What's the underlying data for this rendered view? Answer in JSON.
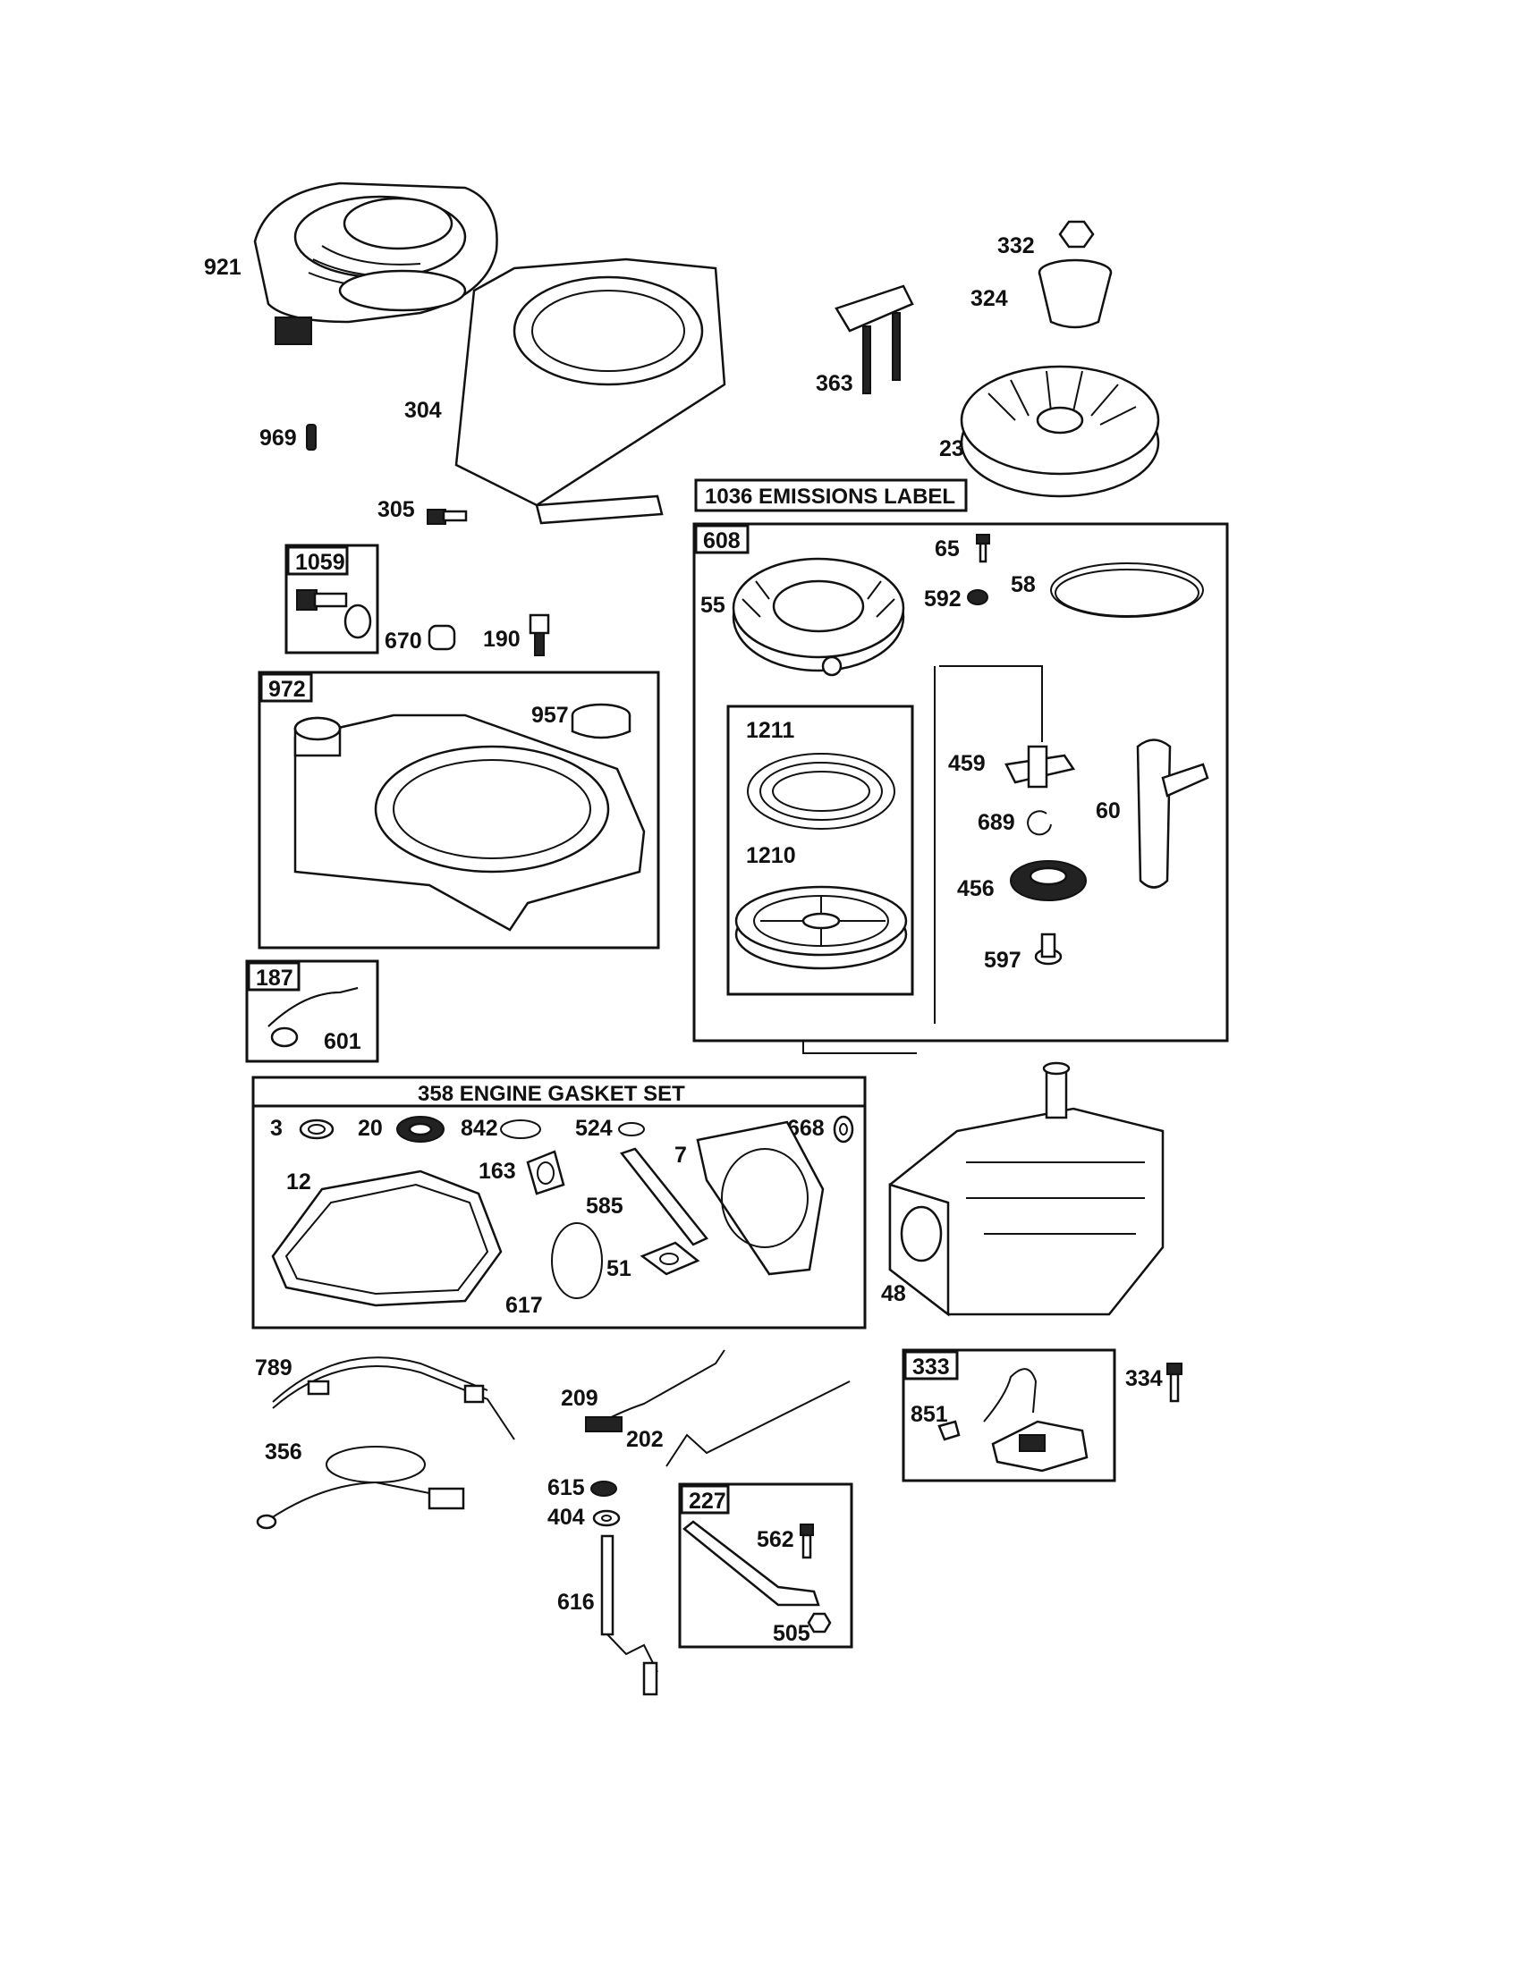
{
  "callouts": {
    "p921": "921",
    "p304": "304",
    "p969": "969",
    "p305": "305",
    "p332": "332",
    "p324": "324",
    "p363": "363",
    "p23": "23",
    "p1059": "1059",
    "p670": "670",
    "p190": "190",
    "p972": "972",
    "p957": "957",
    "p187": "187",
    "p601": "601",
    "p608": "608",
    "p65": "65",
    "p55": "55",
    "p592": "592",
    "p58": "58",
    "p1211": "1211",
    "p1210": "1210",
    "p459": "459",
    "p60": "60",
    "p689": "689",
    "p456": "456",
    "p597": "597",
    "p3": "3",
    "p20": "20",
    "p842": "842",
    "p524": "524",
    "p668": "668",
    "p7": "7",
    "p12": "12",
    "p163": "163",
    "p585": "585",
    "p51": "51",
    "p617": "617",
    "p48": "48",
    "p789": "789",
    "p209": "209",
    "p202": "202",
    "p356": "356",
    "p615": "615",
    "p404": "404",
    "p616": "616",
    "p227": "227",
    "p562": "562",
    "p505": "505",
    "p333": "333",
    "p851": "851",
    "p334": "334"
  },
  "labels": {
    "emissions": "1036 EMISSIONS LABEL",
    "gasket_set": "358 ENGINE GASKET SET"
  }
}
